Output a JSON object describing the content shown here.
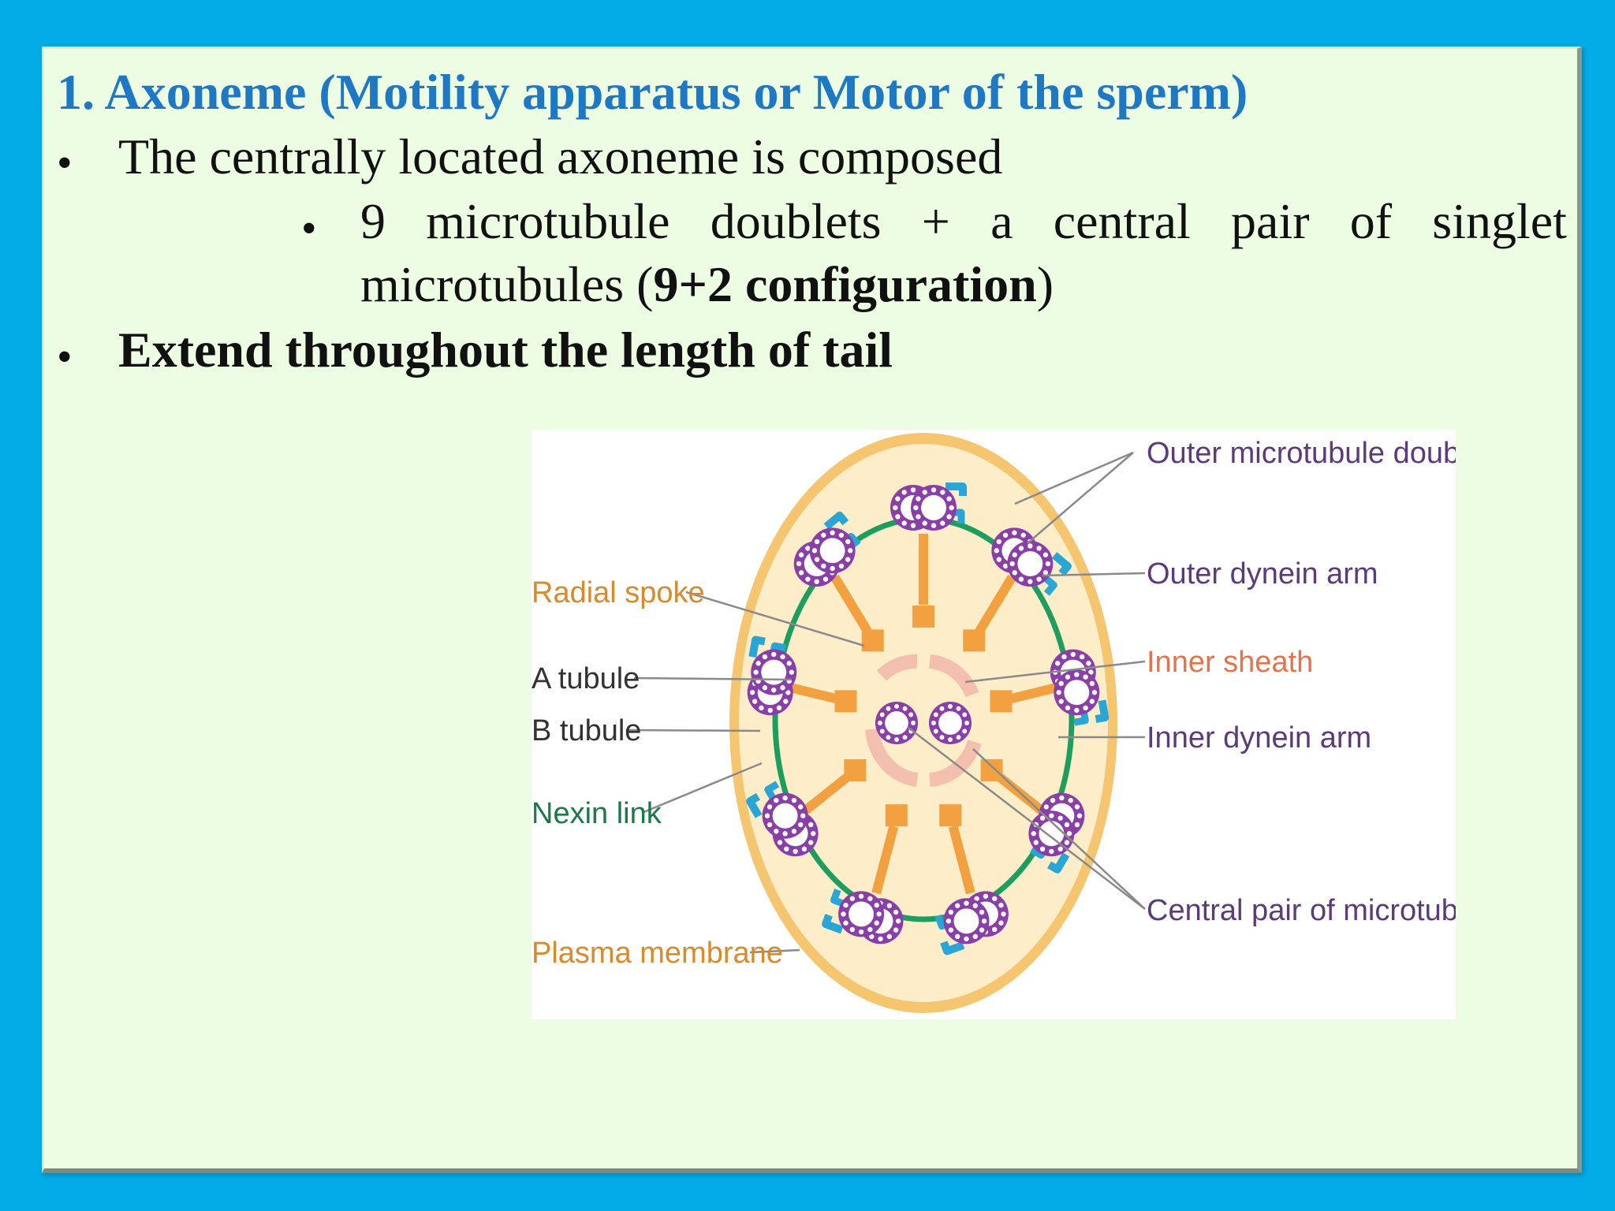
{
  "title": "1. Axoneme (Motility apparatus or Motor of the sperm)",
  "bullets": {
    "b1": "The centrally located axoneme is composed",
    "b2_line1": [
      "9",
      "microtubule",
      "doublets",
      "+",
      "a",
      "central",
      "pair",
      "of",
      "singlet"
    ],
    "b2_line2_pre": "microtubules (",
    "b2_line2_bold": "9+2 configuration",
    "b2_line2_post": ")",
    "b3": "Extend throughout the length of tail",
    "bullet_char": "•"
  },
  "diagram": {
    "labels": {
      "outer_microtubule_doublet": "Outer microtubule doublet",
      "outer_dynein_arm": "Outer dynein arm",
      "inner_sheath": "Inner sheath",
      "inner_dynein_arm": "Inner dynein arm",
      "central_pair": "Central pair of microtubules",
      "radial_spoke": "Radial spoke",
      "a_tubule": "A tubule",
      "b_tubule": "B tubule",
      "nexin_link": "Nexin link",
      "plasma_membrane": "Plasma membrane"
    },
    "label_colors": {
      "right_labels": "#5d3a7a",
      "radial_spoke": "#d98a2b",
      "inner_sheath": "#e2744e",
      "tubules": "#333333",
      "nexin_link": "#1a7a4a",
      "plasma_membrane": "#d98a2b"
    }
  },
  "colors": {
    "background": "#03ace6",
    "slide": "#edfde3",
    "title": "#1f78c4",
    "text": "#111111",
    "membrane": "#f3c06e",
    "cytoplasm": "#fdeec9",
    "dynein": "#2aa6d6",
    "spokes": "#f2a040",
    "nexin": "#1e9e5e",
    "tubule": "#8a3fa8"
  }
}
